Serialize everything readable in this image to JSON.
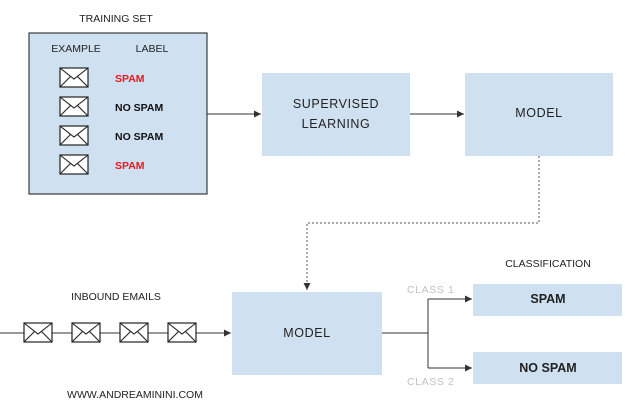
{
  "training_set": {
    "title": "TRAINING SET",
    "col_example": "EXAMPLE",
    "col_label": "LABEL",
    "rows": [
      {
        "icon": "envelope-icon",
        "label": "SPAM",
        "color": "#e8191c"
      },
      {
        "icon": "envelope-icon",
        "label": "NO SPAM",
        "color": "#111111"
      },
      {
        "icon": "envelope-icon",
        "label": "NO SPAM",
        "color": "#111111"
      },
      {
        "icon": "envelope-icon",
        "label": "SPAM",
        "color": "#e8191c"
      }
    ]
  },
  "supervised_learning": {
    "line1": "SUPERVISED",
    "line2": "LEARNING"
  },
  "model_top": "MODEL",
  "model_bottom": "MODEL",
  "inbound": {
    "label": "INBOUND EMAILS",
    "icon": "envelope-icon",
    "count": 4
  },
  "classification": {
    "title": "CLASSIFICATION",
    "class1_label": "CLASS   1",
    "class1_value": "SPAM",
    "class2_label": "CLASS   2",
    "class2_value": "NO SPAM"
  },
  "website": "WWW.ANDREAMININI.COM",
  "colors": {
    "box_fill": "#cfe0f1",
    "spam_red": "#e8191c",
    "class_label_grey": "#c2c2c2"
  }
}
